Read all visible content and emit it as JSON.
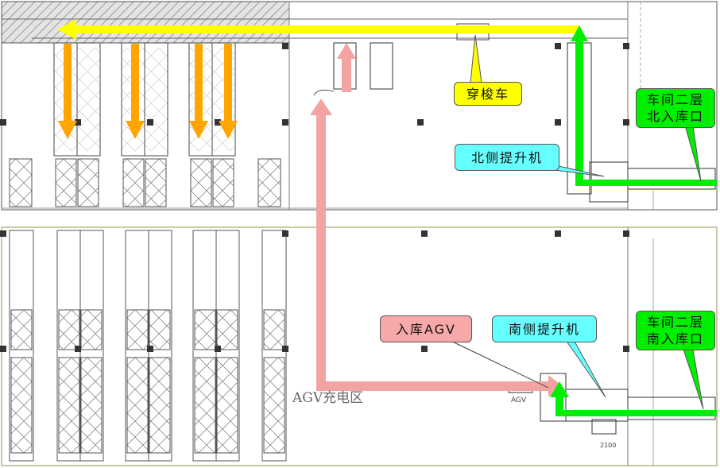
{
  "labels": {
    "shuttle": "穿梭车",
    "north_lift": "北侧提升机",
    "north_entry": "车间二层\n北入库口",
    "inbound_agv": "入库AGV",
    "south_lift": "南侧提升机",
    "south_entry": "车间二层\n南入库口",
    "agv_charging": "AGV充电区",
    "agv_small": "AGV",
    "dim_2100": "2100"
  },
  "colors": {
    "shuttle_path": "#ffff00",
    "rack_path": "#ffa500",
    "agv_path": "#f4a3a3",
    "lift_path": "#00ee00",
    "shuttle_callout": "#ffff00",
    "lift_callout": "#66ffff",
    "entry_callout": "#00ee00",
    "agv_callout": "#f7a8a8",
    "hatch_zone": "#dddddd"
  },
  "icons": {
    "down_arrow": "orange-down-arrow-icon",
    "up_arrow": "green-up-arrow-icon",
    "left_arrow": "yellow-left-arrow-icon"
  }
}
